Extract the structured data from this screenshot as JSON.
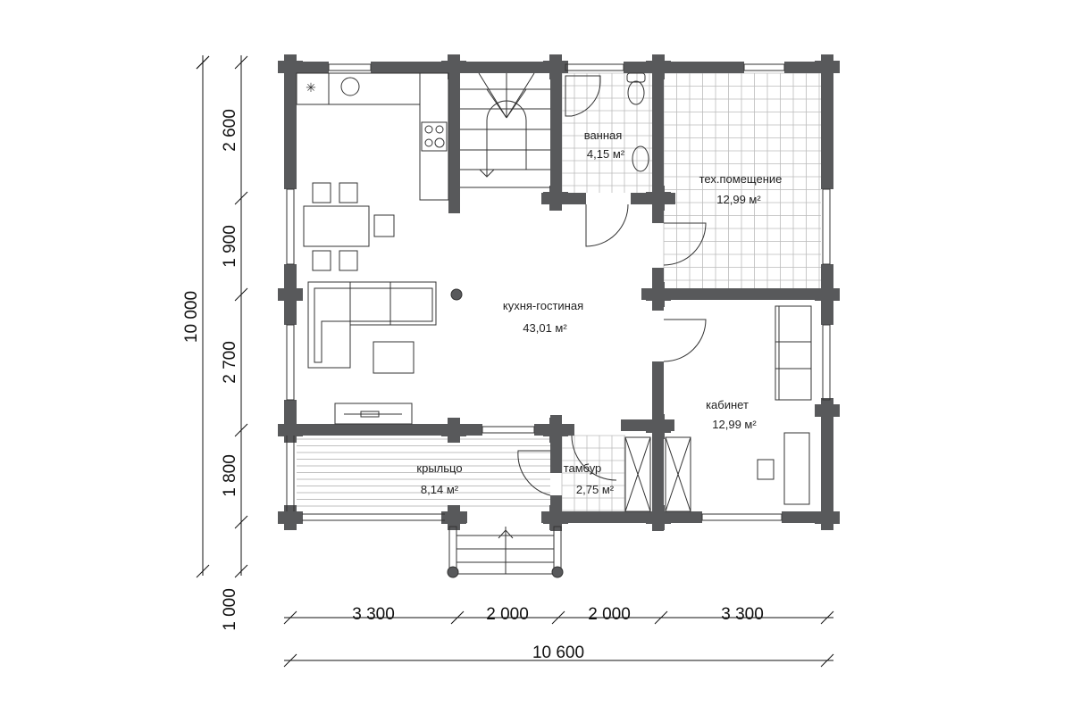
{
  "rooms": {
    "kitchen_living": {
      "name": "кухня-гостиная",
      "area": "43,01 м²"
    },
    "bathroom": {
      "name": "ванная",
      "area": "4,15 м²"
    },
    "tech_room": {
      "name": "тех.помещение",
      "area": "12,99 м²"
    },
    "study": {
      "name": "кабинет",
      "area": "12,99 м²"
    },
    "porch": {
      "name": "крыльцо",
      "area": "8,14 м²"
    },
    "vestibule": {
      "name": "тамбур",
      "area": "2,75 м²"
    }
  },
  "dimensions": {
    "vertical_total": "10 000",
    "vertical": [
      "2 600",
      "1 900",
      "2 700",
      "1 800",
      "1 000"
    ],
    "horizontal": [
      "3 300",
      "2 000",
      "2 000",
      "3 300"
    ],
    "horizontal_total": "10 600"
  },
  "colors": {
    "wall": "#58595b",
    "line": "#333333"
  }
}
